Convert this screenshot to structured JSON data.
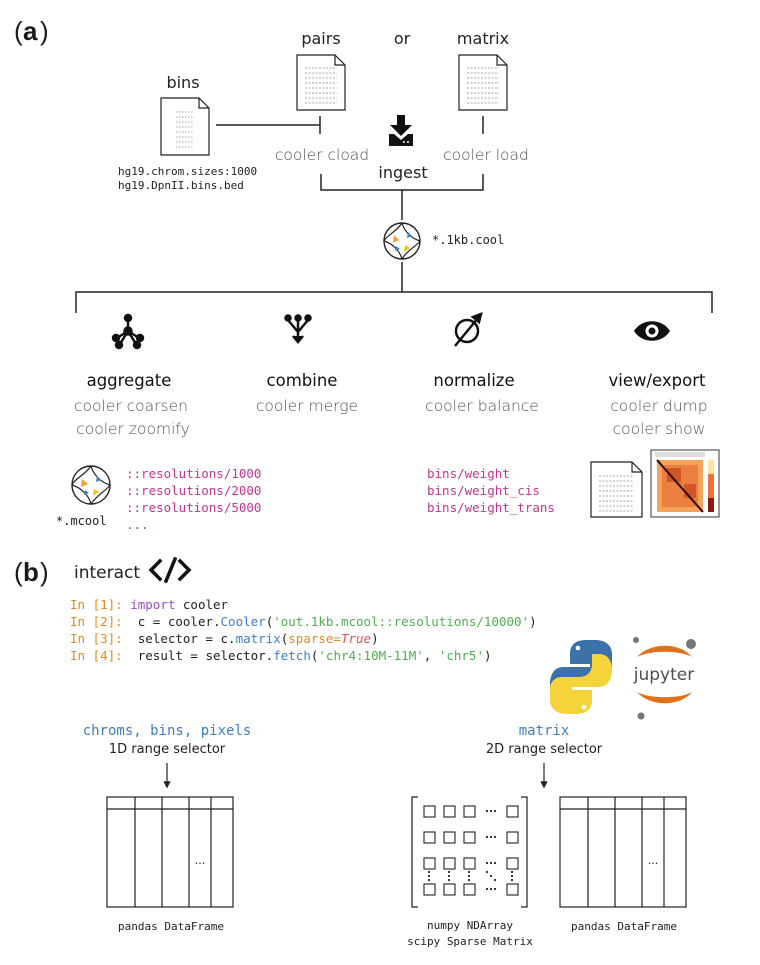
{
  "panel_a": {
    "letter": "a"
  },
  "panel_b": {
    "letter": "b",
    "interact_label": "interact"
  },
  "inputs": {
    "pairs": "pairs",
    "or": "or",
    "matrix": "matrix",
    "bins": "bins",
    "bins_file_1": "hg19.chrom.sizes:1000",
    "bins_file_2": "hg19.DpnII.bins.bed",
    "cload": "cooler cload",
    "load": "cooler load",
    "ingest": "ingest",
    "cool_file": "*.1kb.cool"
  },
  "operations": {
    "aggregate": {
      "title": "aggregate",
      "cmd1": "cooler coarsen",
      "cmd2": "cooler zoomify"
    },
    "combine": {
      "title": "combine",
      "cmd1": "cooler merge"
    },
    "normalize": {
      "title": "normalize",
      "cmd1": "cooler balance"
    },
    "view": {
      "title": "view/export",
      "cmd1": "cooler dump",
      "cmd2": "cooler show"
    }
  },
  "mcool": {
    "file": "*.mcool",
    "res": [
      "::resolutions/1000",
      "::resolutions/2000",
      "::resolutions/5000",
      "..."
    ]
  },
  "weights": [
    "bins/weight",
    "bins/weight_cis",
    "bins/weight_trans"
  ],
  "code": [
    {
      "prompt": "In [1]:",
      "parts": [
        {
          "t": "import",
          "c": "kw"
        },
        {
          "t": " cooler",
          "c": "plain"
        }
      ]
    },
    {
      "prompt": "In [2]:",
      "parts": [
        {
          "t": " c = cooler.",
          "c": "plain"
        },
        {
          "t": "Cooler",
          "c": "fn"
        },
        {
          "t": "(",
          "c": "plain"
        },
        {
          "t": "'out.1kb.mcool::resolutions/10000'",
          "c": "str"
        },
        {
          "t": ")",
          "c": "plain"
        }
      ]
    },
    {
      "prompt": "In [3]:",
      "parts": [
        {
          "t": " selector = c.",
          "c": "plain"
        },
        {
          "t": "matrix",
          "c": "fn"
        },
        {
          "t": "(",
          "c": "plain"
        },
        {
          "t": "sparse=",
          "c": "arg"
        },
        {
          "t": "True",
          "c": "bool"
        },
        {
          "t": ")",
          "c": "plain"
        }
      ]
    },
    {
      "prompt": "In [4]:",
      "parts": [
        {
          "t": " result = selector.",
          "c": "plain"
        },
        {
          "t": "fetch",
          "c": "fn"
        },
        {
          "t": "(",
          "c": "plain"
        },
        {
          "t": "'chr4:10M-11M'",
          "c": "str"
        },
        {
          "t": ", ",
          "c": "plain"
        },
        {
          "t": "'chr5'",
          "c": "str"
        },
        {
          "t": ")",
          "c": "plain"
        }
      ]
    }
  ],
  "logos": {
    "jupyter": "jupyter"
  },
  "selectors": {
    "left_title": "chroms, bins, pixels",
    "left_sub": "1D range selector",
    "right_title": "matrix",
    "right_sub": "2D range selector"
  },
  "outputs": {
    "left_df": "pandas DataFrame",
    "ndarray_1": "numpy NDArray",
    "ndarray_2": "scipy Sparse Matrix",
    "right_df": "pandas DataFrame",
    "ellipsis": "..."
  },
  "colors": {
    "pink": "#c2378f",
    "code_orange": "#e08a1e",
    "code_purple": "#9b4dc7",
    "code_blue": "#3f7ec4",
    "code_green": "#4fae4e",
    "code_red": "#d9534f",
    "python_blue": "#3b73a8",
    "python_yellow": "#f5d43b",
    "jupyter_orange": "#e0701a"
  }
}
